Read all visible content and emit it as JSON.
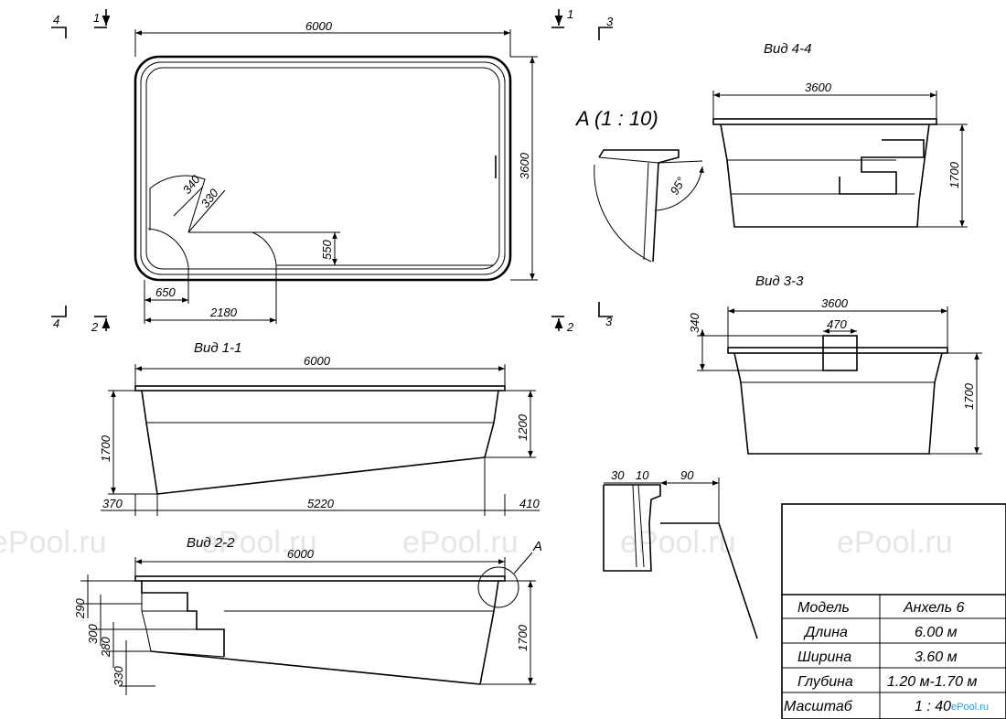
{
  "watermark": "ePool.ru",
  "logo_text": "ePool.ru",
  "section_marks": {
    "s1": "1",
    "s2": "2",
    "s3": "3",
    "s4": "4"
  },
  "plan": {
    "dim_length": "6000",
    "dim_width": "3600",
    "dim_r340": "340",
    "dim_r330": "330",
    "dim_550": "550",
    "dim_650": "650",
    "dim_2180": "2180"
  },
  "view_1_1": {
    "title": "Вид 1-1",
    "dim_length": "6000",
    "dim_depth": "1700",
    "dim_shallow": "1200",
    "dim_left": "370",
    "dim_mid": "5220",
    "dim_right": "410"
  },
  "view_2_2": {
    "title": "Вид 2-2",
    "dim_length": "6000",
    "dim_depth": "1700",
    "step1": "290",
    "step2": "300",
    "step3": "280",
    "step4": "330",
    "detail_label": "A"
  },
  "view_4_4": {
    "title": "Вид 4-4",
    "dim_width": "3600",
    "dim_depth": "1700"
  },
  "view_3_3": {
    "title": "Вид 3-3",
    "dim_width": "3600",
    "dim_depth": "1700",
    "dim_340": "340",
    "dim_470": "470"
  },
  "detail_a": {
    "title": "A (1 : 10)",
    "angle": "95°"
  },
  "profile_detail": {
    "d30": "30",
    "d10": "10",
    "d90": "90"
  },
  "spec_table": {
    "rows": [
      {
        "label": "Модель",
        "value": "Анхель 6"
      },
      {
        "label": "Длина",
        "value": "6.00 м"
      },
      {
        "label": "Ширина",
        "value": "3.60 м"
      },
      {
        "label": "Глубина",
        "value": "1.20 м-1.70 м"
      },
      {
        "label": "Масштаб",
        "value": "1 : 40"
      }
    ]
  }
}
